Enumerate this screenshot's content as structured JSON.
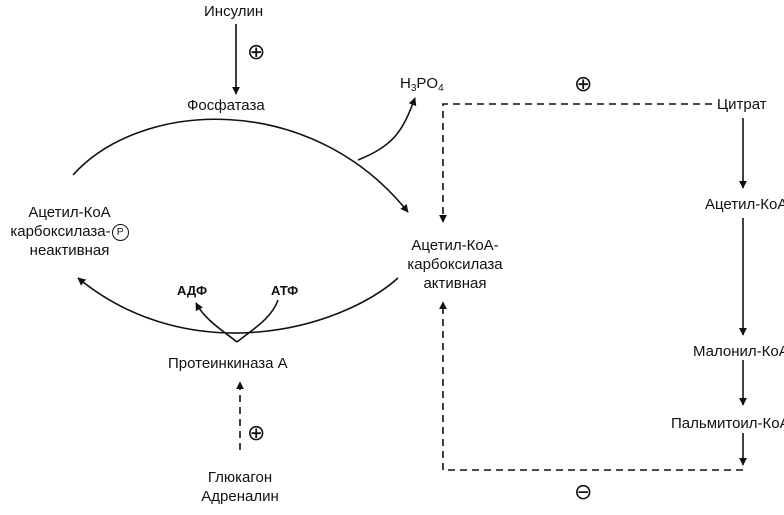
{
  "nodes": {
    "insulin": "Инсулин",
    "phosphatase": "Фосфатаза",
    "phosphoric_acid": {
      "h": "H",
      "h_sub": "3",
      "po": "PO",
      "o_sub": "4"
    },
    "citrate": "Цитрат",
    "inactive_enzyme": {
      "line1": "Ацетил-КоА",
      "line2": "карбоксилаза-",
      "phospho_mark": "P",
      "line3": "неактивная"
    },
    "active_enzyme": {
      "line1": "Ацетил-КоА-",
      "line2": "карбоксилаза",
      "line3": "активная"
    },
    "acetyl_coa": "Ацетил-КоА",
    "malonyl_coa": "Малонил-КоА",
    "palmitoyl_coa": "Пальмитоил-КоА",
    "adp": "АДФ",
    "atp": "АТФ",
    "protein_kinase": "Протеинкиназа А",
    "glucagon": "Глюкагон",
    "adrenaline": "Адреналин"
  },
  "regulation_signs": {
    "insulin": "⊕",
    "citrate": "⊕",
    "glucagon": "⊕",
    "palmitoyl": "⊖"
  }
}
